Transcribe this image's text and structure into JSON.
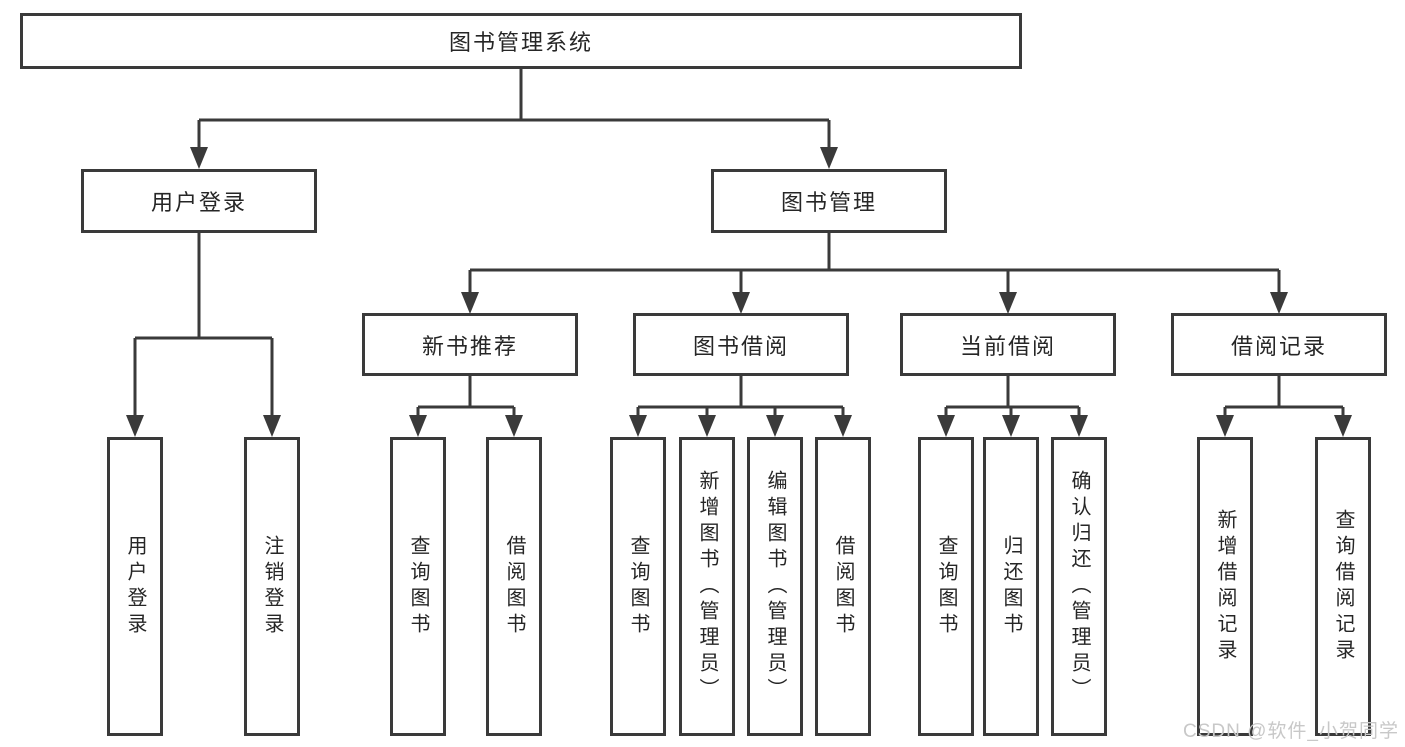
{
  "colors": {
    "line": "#3a3a3a",
    "border": "#3a3a3a",
    "text": "#262626",
    "watermark": "#c8c8c8",
    "background": "#ffffff"
  },
  "diagram": {
    "root": {
      "label": "图书管理系统"
    },
    "branches": {
      "user_login": {
        "label": "用户登录"
      },
      "book_management": {
        "label": "图书管理"
      }
    },
    "modules": [
      {
        "label": "新书推荐"
      },
      {
        "label": "图书借阅"
      },
      {
        "label": "当前借阅"
      },
      {
        "label": "借阅记录"
      }
    ],
    "leaves": [
      {
        "label": "用户登录",
        "parent": "用户登录"
      },
      {
        "label": "注销登录",
        "parent": "用户登录"
      },
      {
        "label": "查询图书",
        "parent": "新书推荐"
      },
      {
        "label": "借阅图书",
        "parent": "新书推荐"
      },
      {
        "label": "查询图书",
        "parent": "图书借阅"
      },
      {
        "label": "新增图书（管理员）",
        "parent": "图书借阅"
      },
      {
        "label": "编辑图书（管理员）",
        "parent": "图书借阅"
      },
      {
        "label": "借阅图书",
        "parent": "图书借阅"
      },
      {
        "label": "查询图书",
        "parent": "当前借阅"
      },
      {
        "label": "归还图书",
        "parent": "当前借阅"
      },
      {
        "label": "确认归还（管理员）",
        "parent": "当前借阅"
      },
      {
        "label": "新增借阅记录",
        "parent": "借阅记录"
      },
      {
        "label": "查询借阅记录",
        "parent": "借阅记录"
      }
    ]
  },
  "watermark": {
    "text": "CSDN @软件_小贺同学"
  }
}
